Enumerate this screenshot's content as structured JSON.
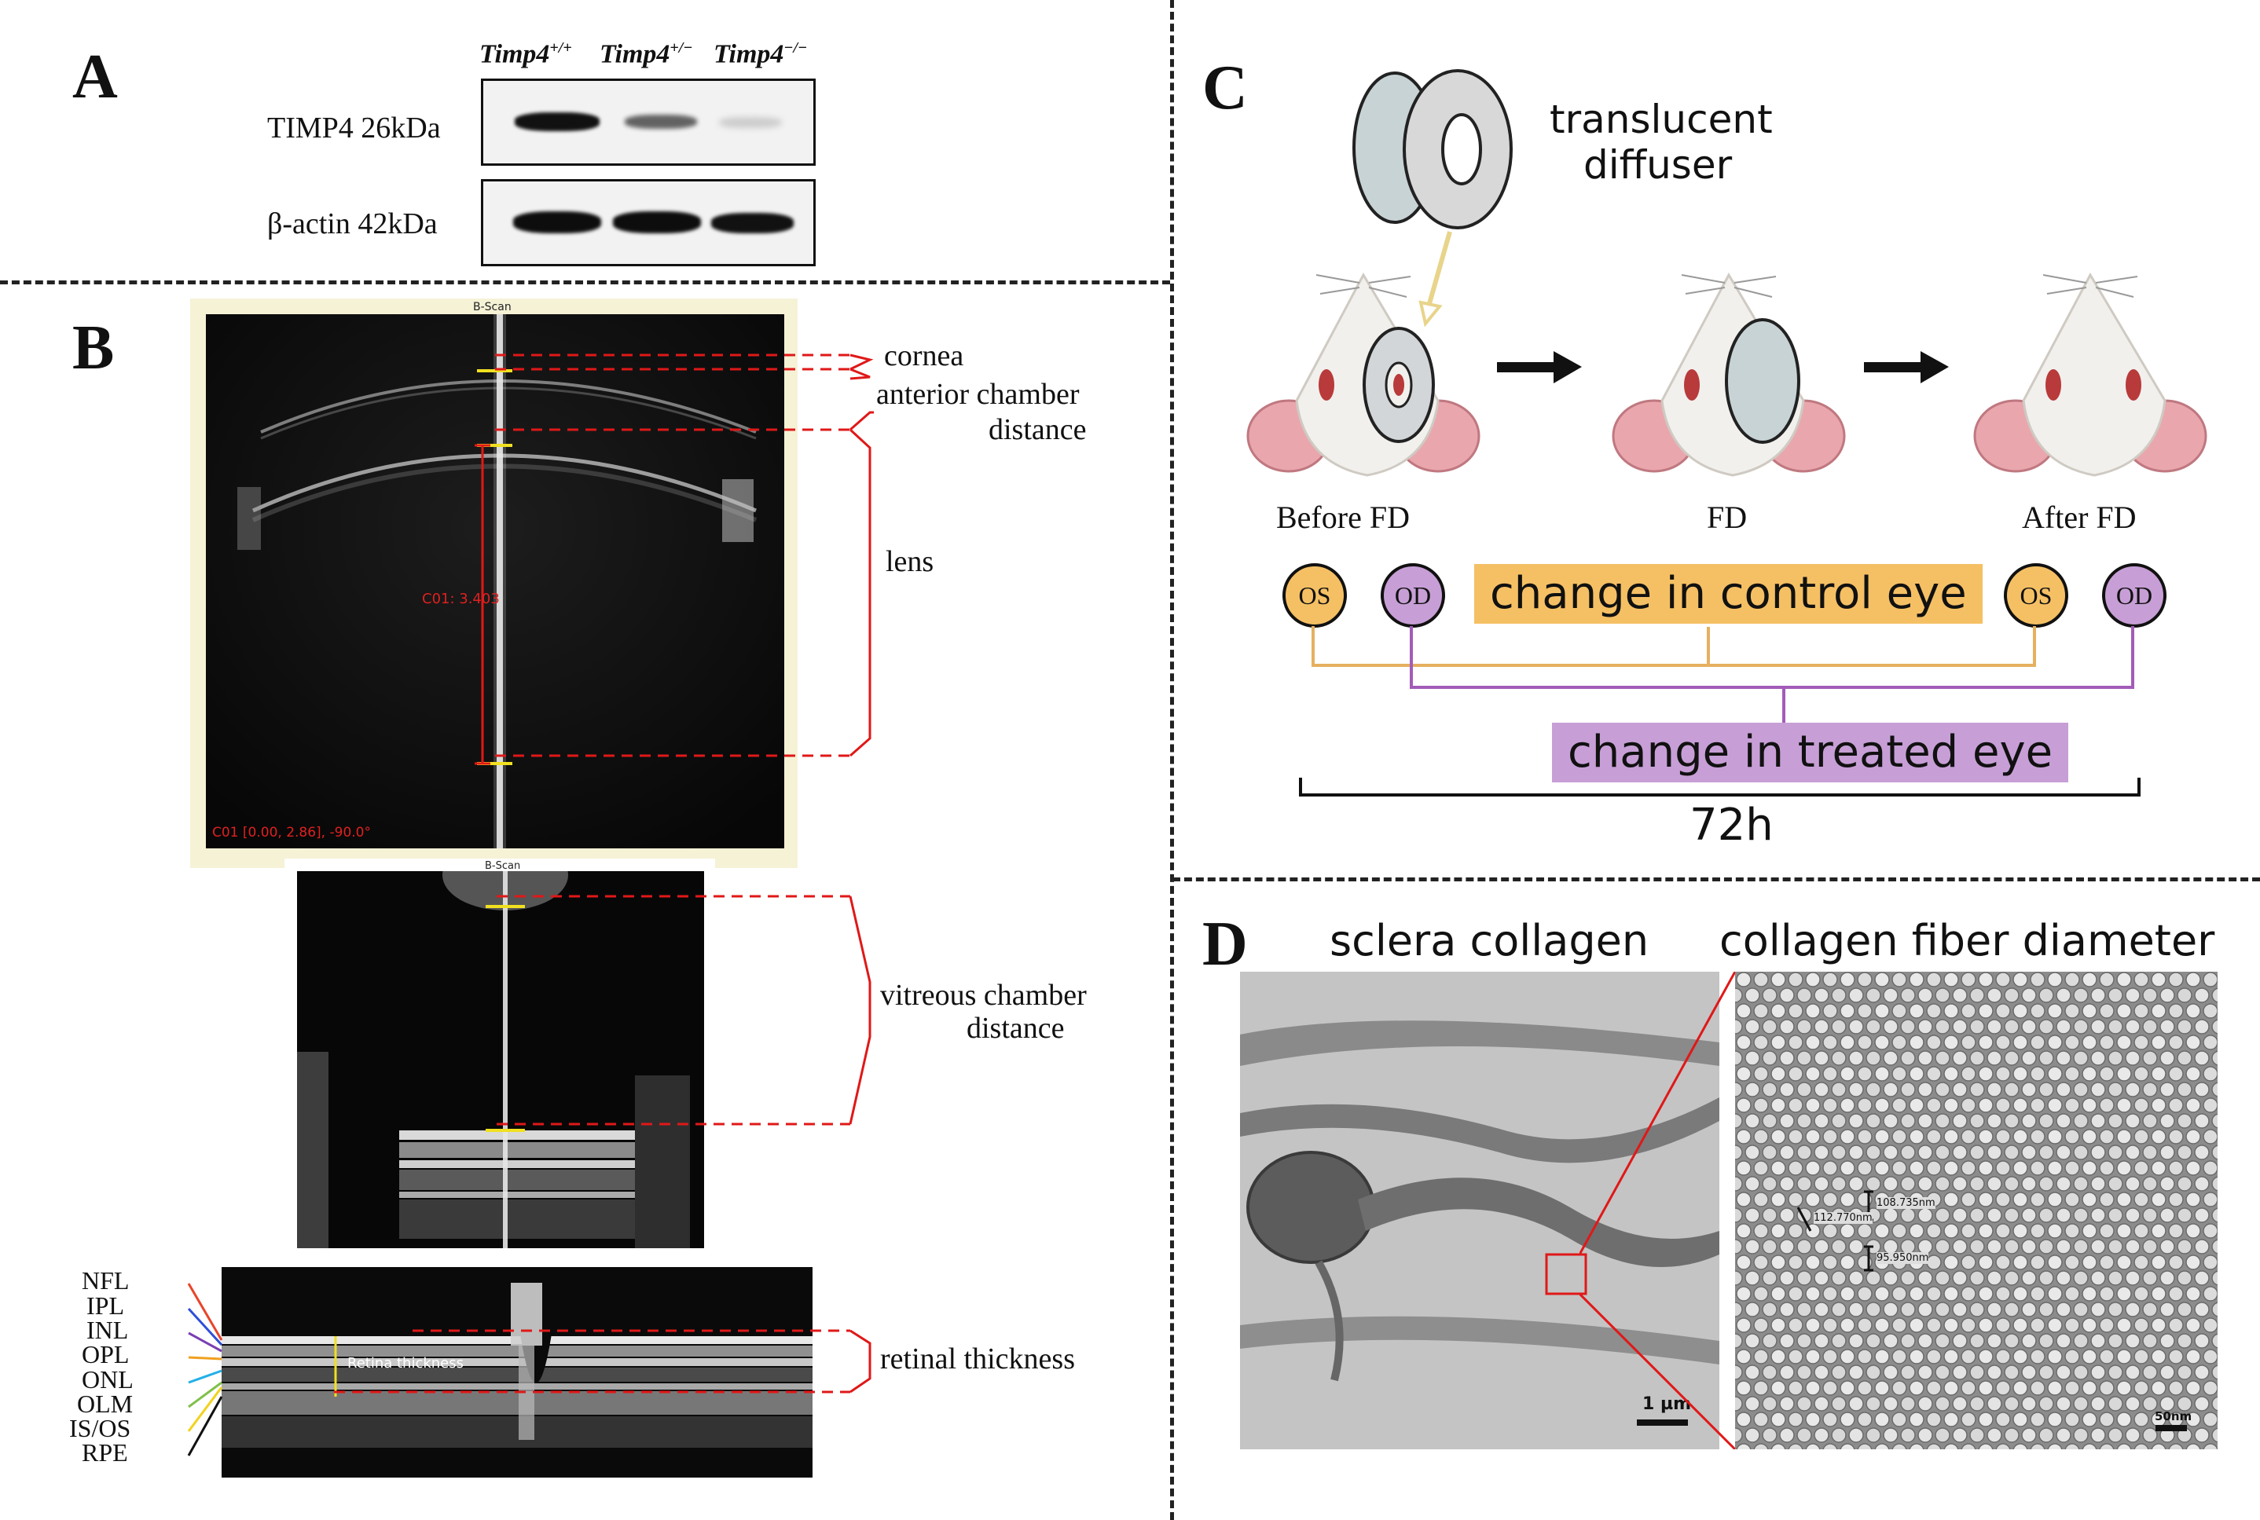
{
  "panels": {
    "a": "A",
    "b": "B",
    "c": "C",
    "d": "D"
  },
  "panel_a": {
    "genotypes": [
      "Timp4",
      "+/+",
      "Timp4",
      "+/−",
      "Timp4",
      "−/−"
    ],
    "rows": [
      "TIMP4 26kDa",
      "β-actin 42kDa"
    ],
    "timp4_levels": [
      1.0,
      0.45,
      0.1
    ],
    "actin_levels": [
      1.0,
      1.0,
      1.0
    ]
  },
  "panel_b": {
    "scan1": {
      "title": "B-Scan",
      "measure": "C01: 3.403",
      "readout": "C01 [0.00, 2.86], -90.0°"
    },
    "scan2": {
      "title": "B-Scan"
    },
    "retina_label": "Retina thickness",
    "labels": {
      "cornea": "cornea",
      "acd_1": "anterior chamber",
      "acd_2": "distance",
      "lens": "lens",
      "vcd_1": "vitreous chamber",
      "vcd_2": "distance",
      "retina": "retinal thickness"
    },
    "layers": [
      "NFL",
      "IPL",
      "INL",
      "OPL",
      "ONL",
      "OLM",
      "IS/OS",
      "RPE"
    ],
    "layer_colors": [
      "#e8452a",
      "#2e4fd8",
      "#7a3fb3",
      "#f0a020",
      "#22b0e8",
      "#7fc04a",
      "#f2d21e",
      "#111111"
    ]
  },
  "panel_c": {
    "diffuser_1": "translucent",
    "diffuser_2": "diffuser",
    "stage_1": "Before FD",
    "stage_2": "FD",
    "stage_3": "After FD",
    "os": "OS",
    "od": "OD",
    "control_label": "change in control eye",
    "treated_label": "change in treated eye",
    "duration": "72h",
    "colors": {
      "control": "#f5c064",
      "treated": "#c79fd6"
    }
  },
  "panel_d": {
    "title_1": "sclera collagen",
    "title_2": "collagen fiber diameter",
    "scale_1": "1 µm",
    "scale_2": "50nm",
    "measures": [
      "108.735nm",
      "112.770nm",
      "95.950nm"
    ]
  }
}
